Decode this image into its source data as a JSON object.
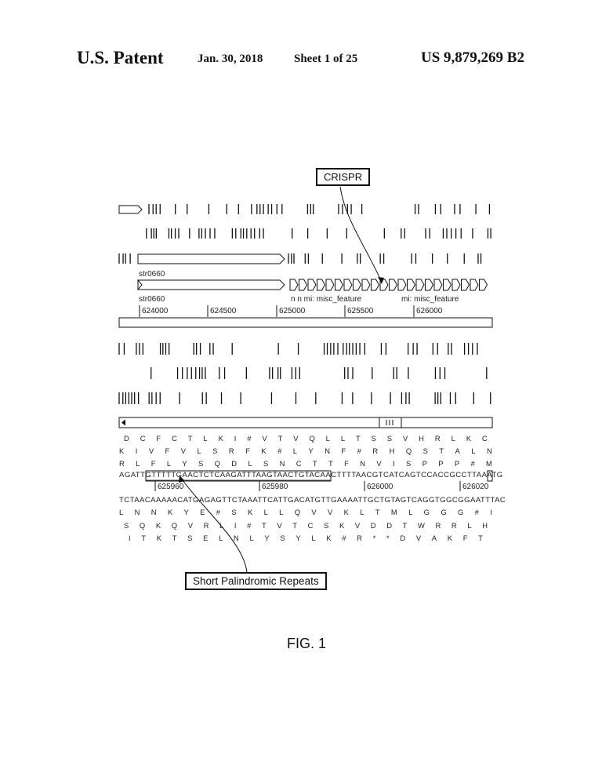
{
  "header": {
    "title": "U.S. Patent",
    "date": "Jan. 30, 2018",
    "sheet": "Sheet 1 of 25",
    "patent_number": "US 9,879,269 B2"
  },
  "callouts": {
    "crispr": "CRISPR",
    "short_palindromic_repeats": "Short Palindromic Repeats"
  },
  "feature_labels": {
    "gene_top": "str0660",
    "gene_bottom": "str0660",
    "misc_feature_1": "n n mi: misc_feature",
    "misc_feature_2": "mi: misc_feature"
  },
  "coordinate_ticks_upper": [
    "624000",
    "624500",
    "625000",
    "625500",
    "626000"
  ],
  "coordinate_ticks_lower": [
    "625960",
    "625980",
    "626000",
    "626020"
  ],
  "translation_frames_top": [
    [
      "D",
      "C",
      "F",
      "C",
      "T",
      "L",
      "K",
      "I",
      "#",
      "V",
      "T",
      "V",
      "Q",
      "L",
      "L",
      "T",
      "S",
      "S",
      "V",
      "H",
      "R",
      "L",
      "K",
      "C"
    ],
    [
      "K",
      "I",
      "V",
      "F",
      "V",
      "L",
      "S",
      "R",
      "F",
      "K",
      "#",
      "L",
      "Y",
      "N",
      "F",
      "#",
      "R",
      "H",
      "Q",
      "S",
      "T",
      "A",
      "L",
      "N"
    ],
    [
      "R",
      "L",
      "F",
      "L",
      "Y",
      "S",
      "Q",
      "D",
      "L",
      "S",
      "N",
      "C",
      "T",
      "T",
      "F",
      "N",
      "V",
      "I",
      "S",
      "P",
      "P",
      "P",
      "#",
      "M"
    ]
  ],
  "dna_top": "AGATTGTTTTTGAACTCTCAAGATTTAAGTAACTGTACAACTTTTAACGTCATCAGTCCACCGCCTTAAATG",
  "dna_bottom": "TCTAACAAAAACATGAGAGTTCTAAATTCATTGACATGTTGAAAATTGCTGTAGTCAGGTGGCGGAATTTAC",
  "translation_frames_bottom": [
    [
      "L",
      "N",
      "N",
      "K",
      "Y",
      "E",
      "#",
      "S",
      "K",
      "L",
      "L",
      "Q",
      "V",
      "V",
      "K",
      "L",
      "T",
      "M",
      "L",
      "G",
      "G",
      "G",
      "#",
      "I"
    ],
    [
      "S",
      "Q",
      "K",
      "Q",
      "V",
      "R",
      "L",
      "I",
      "#",
      "T",
      "V",
      "T",
      "C",
      "S",
      "K",
      "V",
      "D",
      "D",
      "T",
      "W",
      "R",
      "R",
      "L",
      "H"
    ],
    [
      "I",
      "T",
      "K",
      "T",
      "S",
      "E",
      "L",
      "N",
      "L",
      "Y",
      "S",
      "Y",
      "L",
      "K",
      "#",
      "R",
      "*",
      "*",
      "D",
      "V",
      "A",
      "K",
      "F",
      "T"
    ]
  ],
  "figure_label": "FIG. 1"
}
